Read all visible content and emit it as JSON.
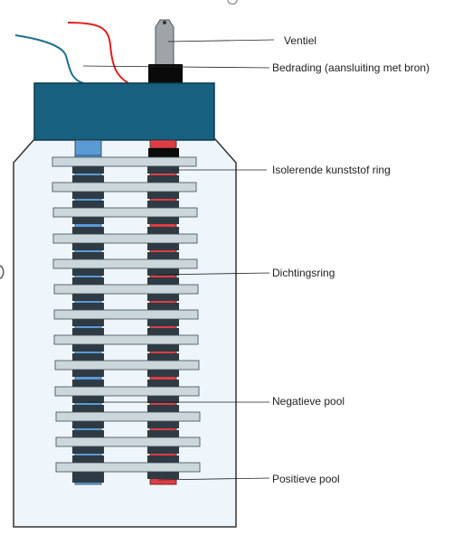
{
  "labels": {
    "valve": "Ventiel",
    "wiring": "Bedrading (aansluiting met bron)",
    "insulating_ring": "Isolerende kunststof ring",
    "sealing_ring": "Dichtingsring",
    "negative_pole": "Negatieve pool",
    "positive_pole": "Positieve pool"
  },
  "colors": {
    "lid": "#17607f",
    "container_fill": "#eef5fb",
    "container_border": "#333333",
    "plate": "#ccd7dc",
    "plate_border": "#3f4a52",
    "spacer": "#2f3b44",
    "negative_rod": "#5b9bd5",
    "positive_rod": "#e03c44",
    "valve_body": "#9ea4a8",
    "wire_blue": "#1f6f8b",
    "wire_red": "#e02020",
    "black_part": "#0a0a0a"
  },
  "plate_count": 13
}
